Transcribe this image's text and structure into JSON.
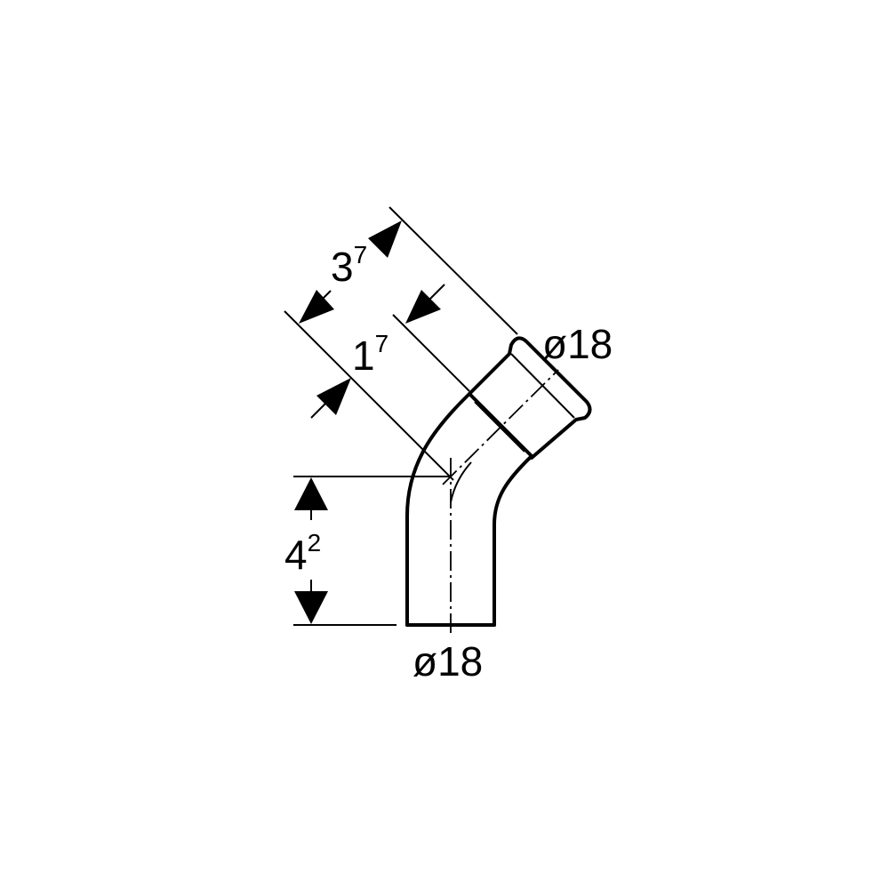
{
  "dimensions": {
    "overall_length": {
      "main": "3",
      "sup": "7"
    },
    "socket_depth": {
      "main": "1",
      "sup": "7"
    },
    "leg_height": {
      "main": "4",
      "sup": "2"
    }
  },
  "diameters": {
    "socket_end": "ø18",
    "spigot_end": "ø18"
  }
}
